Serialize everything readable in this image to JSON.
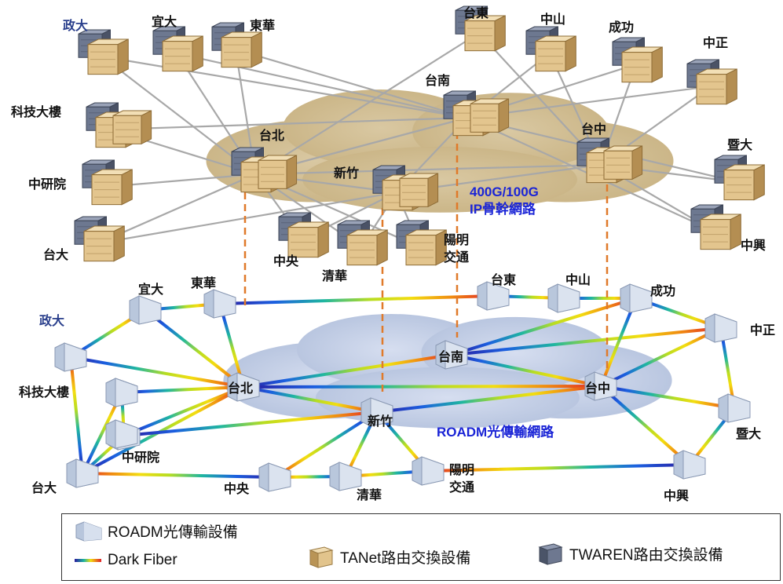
{
  "ip_network_label": [
    "400G/100G",
    "IP骨幹網路"
  ],
  "optical_network_label": "ROADM光傳輸網路",
  "colors": {
    "tanet": "#e0c48e",
    "twaren": "#5f6a82",
    "roadm": "#cdd9ea",
    "cloud": "#d8c49c",
    "cloud2": "#c9d4e8",
    "link": "#a8a8a8",
    "dashed": "#e07a2a"
  },
  "nodes": [
    {
      "id": "zhengda",
      "label": "政大",
      "label_color": "blue"
    },
    {
      "id": "yida",
      "label": "宜大"
    },
    {
      "id": "donghua",
      "label": "東華"
    },
    {
      "id": "taidong",
      "label": "台東"
    },
    {
      "id": "zhongshan",
      "label": "中山"
    },
    {
      "id": "chenggong",
      "label": "成功"
    },
    {
      "id": "zhongzheng",
      "label": "中正"
    },
    {
      "id": "tainan",
      "label": "台南"
    },
    {
      "id": "keji",
      "label": "科技大樓"
    },
    {
      "id": "taipei",
      "label": "台北"
    },
    {
      "id": "taizhong",
      "label": "台中"
    },
    {
      "id": "jida",
      "label": "暨大"
    },
    {
      "id": "zhongyan",
      "label": "中研院"
    },
    {
      "id": "xinzhu",
      "label": "新竹"
    },
    {
      "id": "taida",
      "label": "台大"
    },
    {
      "id": "zhongyang",
      "label": "中央"
    },
    {
      "id": "qinghua",
      "label": "清華"
    },
    {
      "id": "yangming",
      "label": "陽明\n交通"
    },
    {
      "id": "zhongxing",
      "label": "中興"
    }
  ],
  "legend": {
    "roadm_label": "ROADM光傳輸設備",
    "fiber_label": "Dark Fiber",
    "tanet_label": "TANet路由交換設備",
    "twaren_label": "TWAREN路由交換設備"
  }
}
